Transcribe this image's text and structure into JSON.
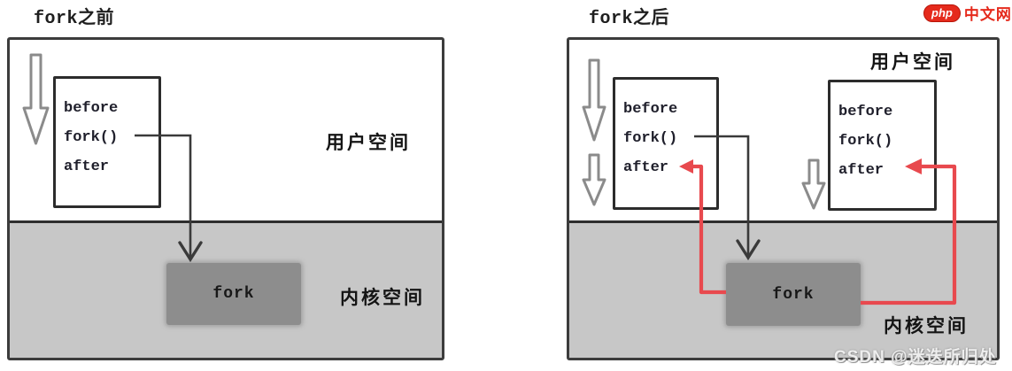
{
  "page": {
    "watermark": "CSDN @迷迭所归处",
    "logo": {
      "badge": "php",
      "text": "中文网"
    }
  },
  "left_diagram": {
    "title": "fork之前",
    "user_space_label": "用户空间",
    "kernel_space_label": "内核空间",
    "code_lines": [
      "before",
      "fork()",
      "after"
    ],
    "fork_label": "fork"
  },
  "right_diagram": {
    "title": "fork之后",
    "user_space_label": "用户空间",
    "kernel_space_label": "内核空间",
    "parent_code_lines": [
      "before",
      "fork()",
      "after"
    ],
    "child_code_lines": [
      "before",
      "fork()",
      "after"
    ],
    "fork_label": "fork"
  },
  "colors": {
    "kernel_space_bg": "#c7c7c7",
    "fork_box_bg": "#8d8d8d",
    "flow_red": "#e8494e",
    "line_black": "#3a3a3a",
    "logo_red": "#e52a1c"
  }
}
